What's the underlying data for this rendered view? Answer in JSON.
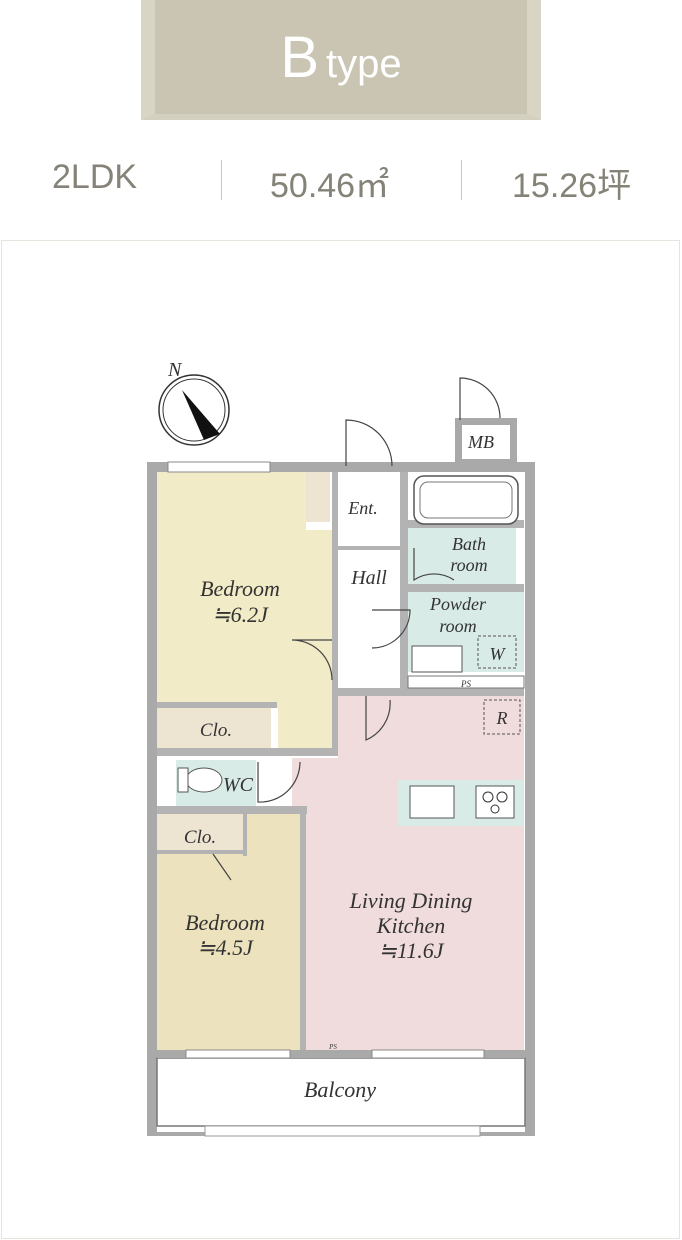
{
  "header": {
    "type_letter": "B",
    "type_word": "type"
  },
  "specs": {
    "layout": "2LDK",
    "area_m2": "50.46㎡",
    "area_tsubo": "15.26坪"
  },
  "plan": {
    "compass": "N",
    "rooms": {
      "bedroom1_name": "Bedroom",
      "bedroom1_size": "≒6.2J",
      "bedroom2_name": "Bedroom",
      "bedroom2_size": "≒4.5J",
      "ldk_line1": "Living Dining",
      "ldk_line2": "Kitchen",
      "ldk_size": "≒11.6J",
      "entrance": "Ent.",
      "hall": "Hall",
      "bath_line1": "Bath",
      "bath_line2": "room",
      "powder_line1": "Powder",
      "powder_line2": "room",
      "wc": "WC",
      "closet1": "Clo.",
      "closet2": "Clo.",
      "balcony": "Balcony",
      "meter_box": "MB",
      "washer": "W",
      "fridge": "R",
      "pipe_space": "PS",
      "pipe_space_small": "PS"
    }
  },
  "colors": {
    "bedroom1": "#f1ebc7",
    "bedroom2": "#ece2bd",
    "ldk": "#f0dcdc",
    "wet_area": "#d9ebe7",
    "closet": "#eee4d2",
    "wall": "#a9a9a9",
    "header": "#c9c5b2"
  }
}
